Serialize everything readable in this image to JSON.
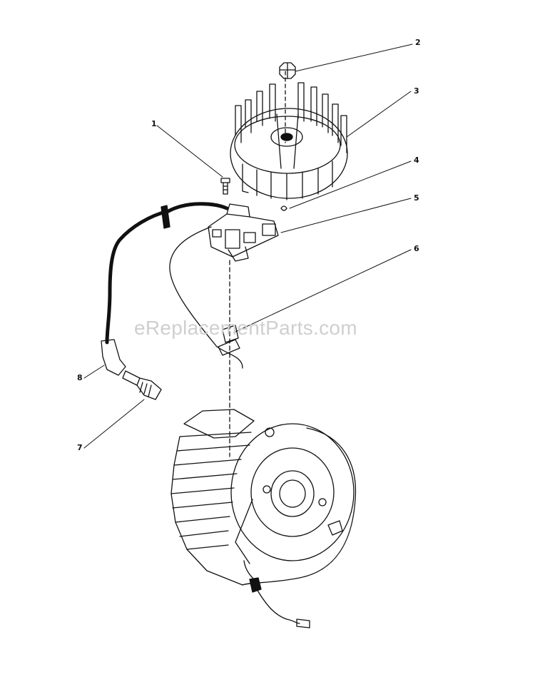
{
  "watermark": "eReplacementParts.com",
  "callouts": [
    {
      "id": "1",
      "label": "1"
    },
    {
      "id": "2",
      "label": "2"
    },
    {
      "id": "3",
      "label": "3"
    },
    {
      "id": "4",
      "label": "4"
    },
    {
      "id": "5",
      "label": "5"
    },
    {
      "id": "6",
      "label": "6"
    },
    {
      "id": "7",
      "label": "7"
    },
    {
      "id": "8",
      "label": "8"
    }
  ]
}
